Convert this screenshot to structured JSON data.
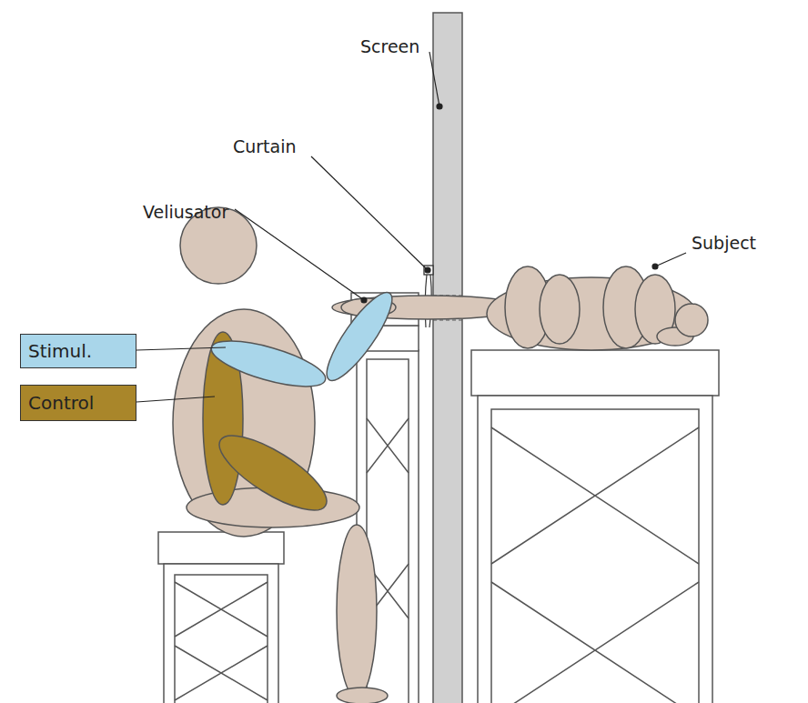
{
  "diagram": {
    "nodes": [
      {
        "text": [
          "Stimul."
        ]
      },
      {
        "text": [
          "Control"
        ]
      }
    ],
    "labels": [
      "Screen",
      "Curtain",
      "Veliusator",
      "Subject"
    ]
  }
}
